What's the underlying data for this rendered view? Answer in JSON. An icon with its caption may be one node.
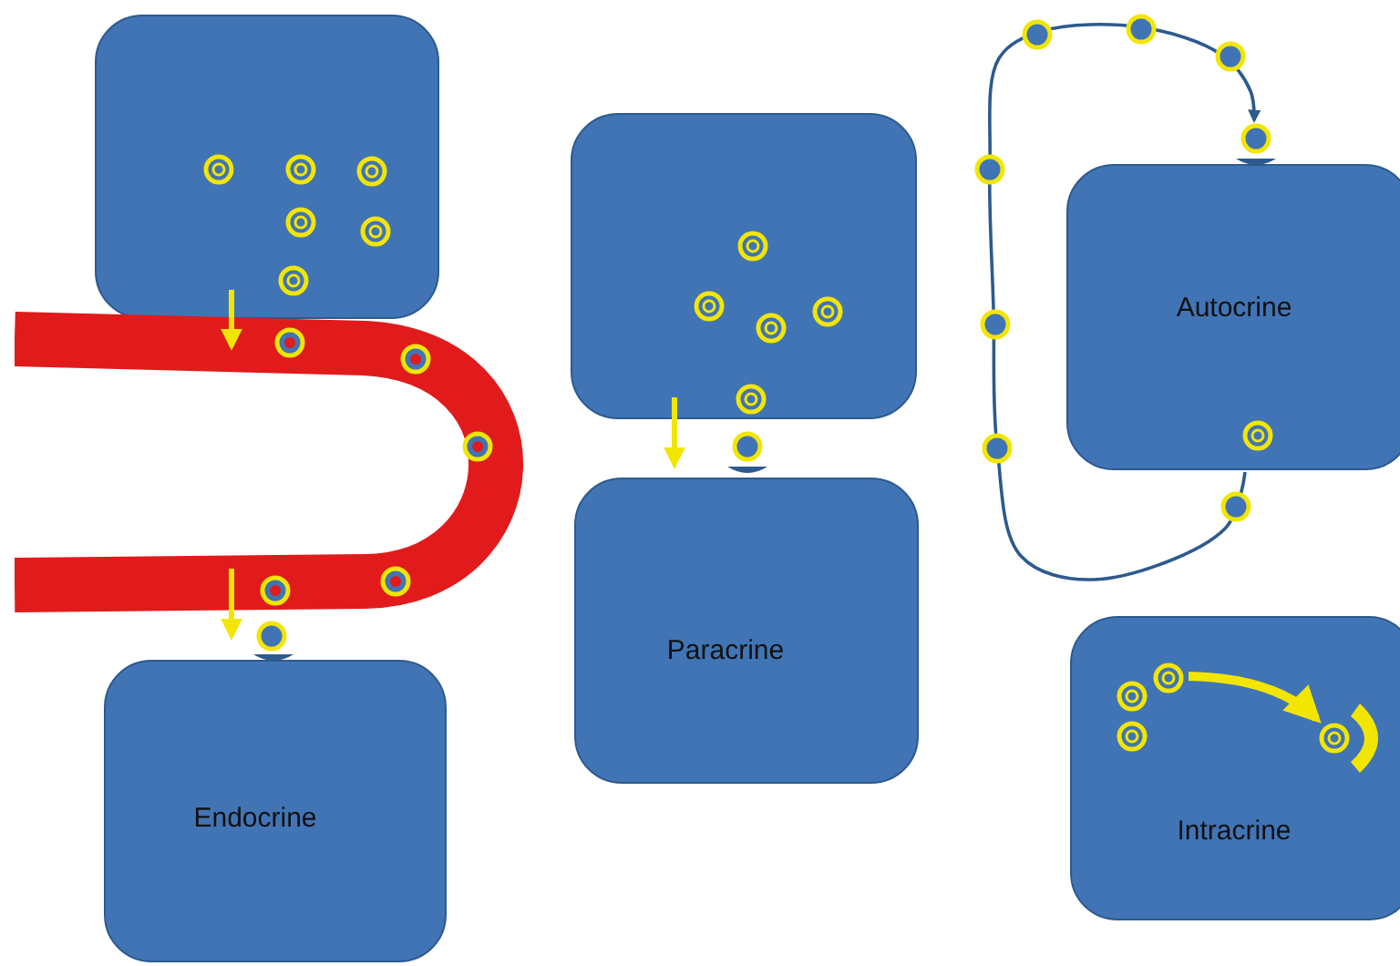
{
  "diagram": {
    "nodes": [
      {
        "text": [],
        "shape": "box"
      },
      {
        "text": [],
        "shape": "picture"
      },
      {
        "text": [
          "Endocrine"
        ]
      },
      {
        "text": [],
        "shape": "box"
      },
      {
        "text": [
          "Paracrine"
        ]
      },
      {
        "text": [
          "Autocrine"
        ]
      },
      {
        "text": [
          "Intracrine"
        ]
      }
    ],
    "edges": [
      {
        "from": 0,
        "to": 1,
        "arrow": "to"
      },
      {
        "from": 1,
        "to": 2,
        "arrow": "to"
      },
      {
        "from": 3,
        "to": 4,
        "arrow": "to"
      },
      {
        "from": 5,
        "to": 5,
        "arrow": "to",
        "color": "#2d5a8e"
      }
    ]
  }
}
